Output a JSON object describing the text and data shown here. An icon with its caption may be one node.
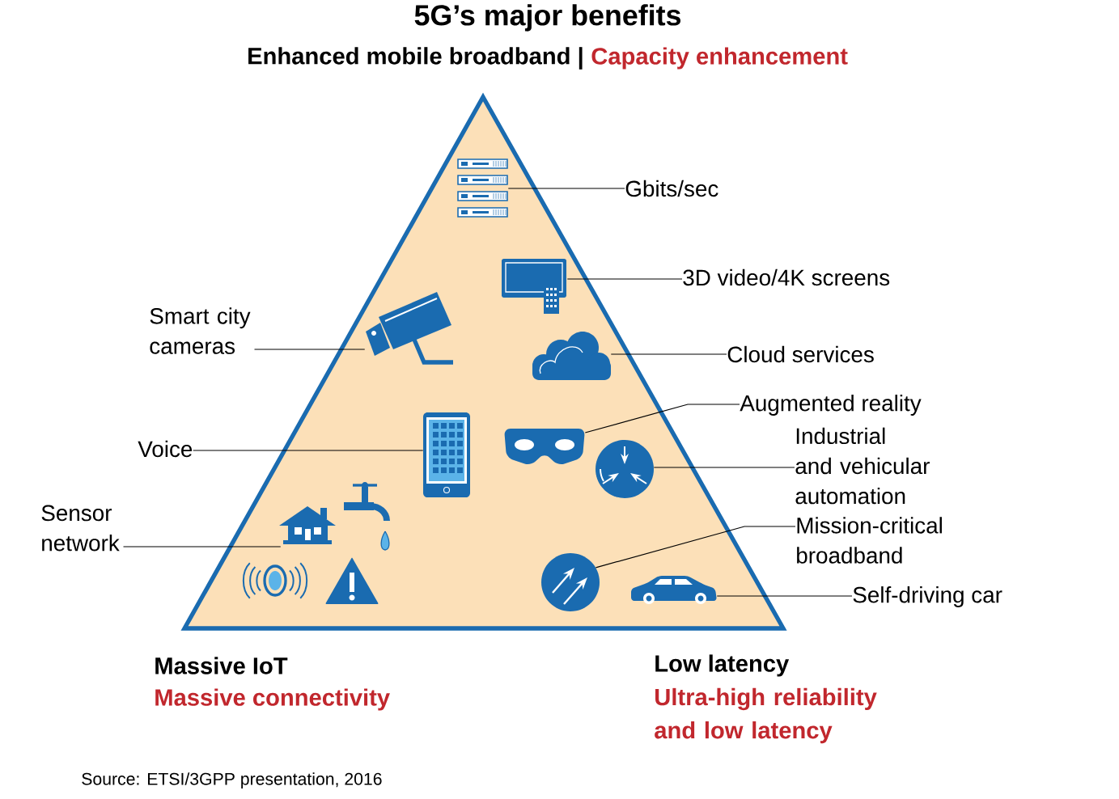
{
  "diagram": {
    "title": "5G’s major benefits",
    "caption": "Source: ETSI/3GPP presentation, 2016",
    "nodes": [
      {
        "text": [],
        "shape": "triangle"
      },
      {
        "text": [],
        "shape": "picture",
        "in": 0
      },
      {
        "text": [
          "Gbits/sec"
        ]
      },
      {
        "text": [],
        "shape": "picture",
        "in": 0
      },
      {
        "text": [
          "3D video/4K screens"
        ]
      },
      {
        "text": [
          "Smart city cameras"
        ]
      },
      {
        "text": [],
        "shape": "picture",
        "in": 0
      },
      {
        "text": [],
        "shape": "picture",
        "in": 0
      },
      {
        "text": [
          "Cloud services"
        ]
      },
      {
        "text": [
          "Augmented reality"
        ]
      },
      {
        "text": [],
        "shape": "picture",
        "in": 0
      },
      {
        "text": [
          "Industrial and vehicular automation"
        ]
      },
      {
        "text": [],
        "shape": "picture",
        "in": 0
      },
      {
        "text": [
          "Voice"
        ]
      },
      {
        "text": [],
        "shape": "picture",
        "in": 0
      },
      {
        "text": [
          "Sensor network"
        ]
      },
      {
        "text": [],
        "shape": "picture",
        "in": 0
      },
      {
        "text": [
          "Mission-critical broadband"
        ]
      },
      {
        "text": [],
        "shape": "picture",
        "in": 0
      },
      {
        "text": [],
        "shape": "picture",
        "in": 0
      },
      {
        "text": [
          "Self-driving car"
        ]
      }
    ],
    "edges": [
      {
        "from": 2,
        "to": 1,
        "arrow": "none"
      },
      {
        "from": 4,
        "to": 3,
        "arrow": "none"
      },
      {
        "from": 5,
        "to": 6,
        "arrow": "none"
      },
      {
        "from": 8,
        "to": 7,
        "arrow": "none"
      },
      {
        "from": 9,
        "to": 10,
        "arrow": "none"
      },
      {
        "from": 11,
        "to": 12,
        "arrow": "none"
      },
      {
        "from": 13,
        "to": 14,
        "arrow": "none"
      },
      {
        "from": 15,
        "to": 16,
        "arrow": "none"
      },
      {
        "from": 17,
        "to": 18,
        "arrow": "none"
      },
      {
        "from": 20,
        "to": 19,
        "arrow": "none"
      }
    ],
    "labels": [
      "Enhanced mobile broadband |",
      "Capacity enhancement",
      "Massive IoT",
      "Massive connectivity",
      "Low latency",
      "Ultra-high reliability and low latency"
    ]
  }
}
